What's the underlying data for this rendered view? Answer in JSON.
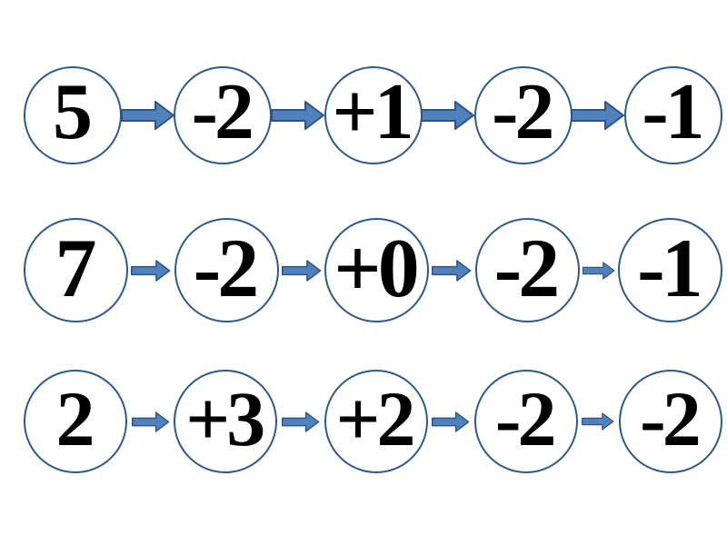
{
  "slide": {
    "background": "#ffffff",
    "colors": {
      "circle_stroke": "#2d5a8c",
      "arrow_fill": "#4f81bd",
      "arrow_stroke": "#2f5286",
      "text": "#000000"
    },
    "rows": [
      {
        "cells": [
          "5",
          "-2",
          "+1",
          "-2",
          "-1"
        ]
      },
      {
        "cells": [
          "7",
          "-2",
          "+0",
          "-2",
          "-1"
        ]
      },
      {
        "cells": [
          "2",
          "+3",
          "+2",
          "-2",
          "-2"
        ]
      }
    ]
  }
}
